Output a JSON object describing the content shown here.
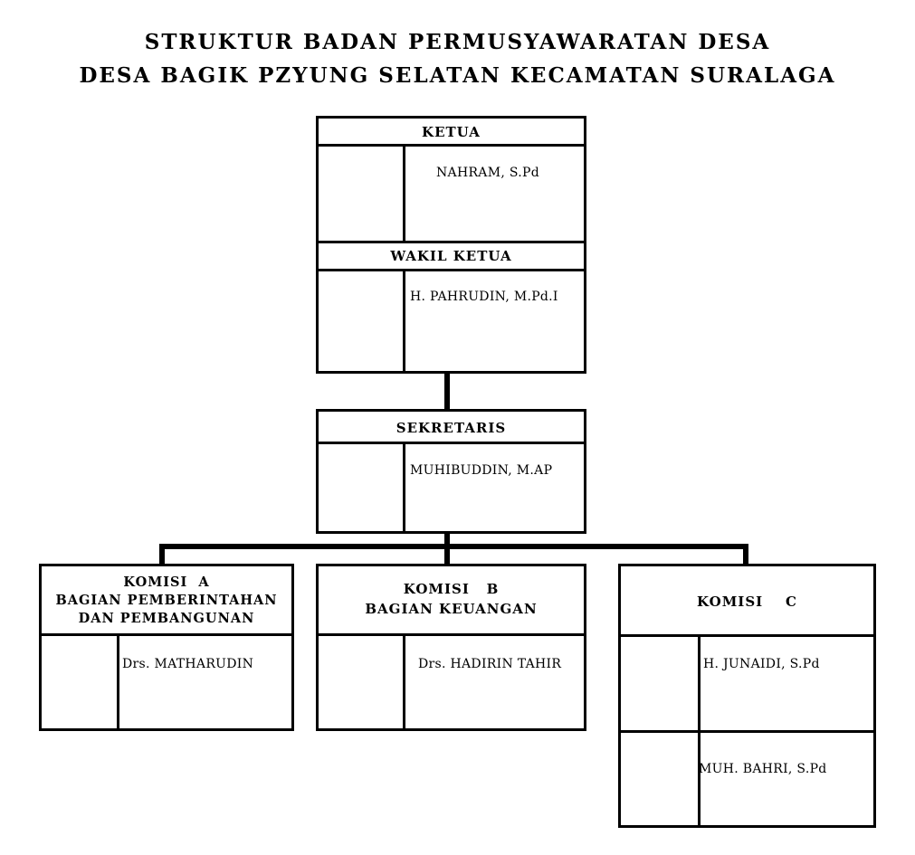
{
  "title": {
    "line1": "STRUKTUR BADAN PERMUSYAWARATAN DESA",
    "line2": "DESA BAGIK PZYUNG SELATAN KECAMATAN SURALAGA"
  },
  "ketua": {
    "label": "KETUA",
    "name": "NAHRAM, S.Pd"
  },
  "wakil_ketua": {
    "label": "WAKIL KETUA",
    "name": "H. PAHRUDIN, M.Pd.I"
  },
  "sekretaris": {
    "label": "SEKRETARIS",
    "name": "MUHIBUDDIN, M.AP"
  },
  "komisi_a": {
    "line1": "KOMISI  A",
    "line2": "BAGIAN PEMBERINTAHAN",
    "line3": "DAN PEMBANGUNAN",
    "name": "Drs. MATHARUDIN"
  },
  "komisi_b": {
    "line1": "KOMISI   B",
    "line2": "BAGIAN KEUANGAN",
    "name": "Drs. HADIRIN TAHIR"
  },
  "komisi_c": {
    "line1": "KOMISI    C",
    "members": [
      "H. JUNAIDI, S.Pd",
      "MUH. BAHRI, S.Pd"
    ]
  }
}
